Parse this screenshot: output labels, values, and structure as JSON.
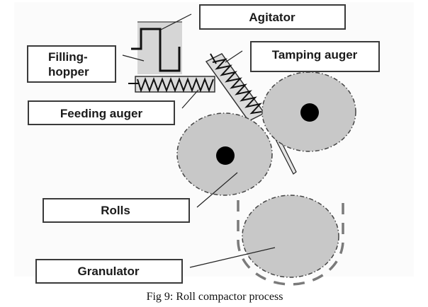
{
  "figure": {
    "caption": "Fig 9: Roll compactor process",
    "labels": {
      "agitator": "Agitator",
      "filling_hopper_line1": "Filling-",
      "filling_hopper_line2": "hopper",
      "tamping_auger": "Tamping auger",
      "feeding_auger": "Feeding auger",
      "rolls": "Rolls",
      "granulator": "Granulator"
    },
    "components": [
      {
        "id": "filling-hopper",
        "icon": "hopper-icon"
      },
      {
        "id": "agitator",
        "icon": "agitator-icon"
      },
      {
        "id": "feeding-auger",
        "icon": "horizontal-screw-icon"
      },
      {
        "id": "tamping-auger",
        "icon": "inclined-screw-icon"
      },
      {
        "id": "rolls",
        "icon": "roller-pair-icon"
      },
      {
        "id": "granulator",
        "icon": "granulator-drum-icon"
      }
    ],
    "colors": {
      "component_fill": "#c8c8c8",
      "outline": "#3a3a3a",
      "hub": "#000000",
      "background": "#fbfbfb"
    }
  }
}
